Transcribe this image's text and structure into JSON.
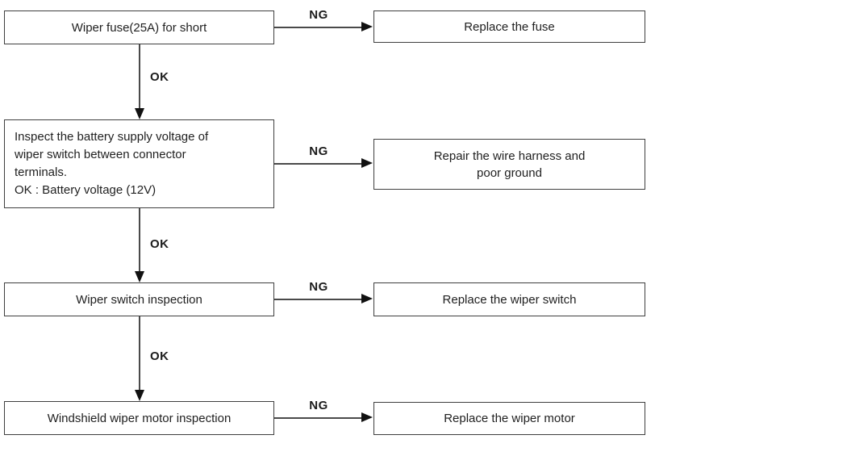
{
  "diagram": {
    "type": "flowchart",
    "subject": "wiper-system-troubleshooting",
    "colors": {
      "background": "#ffffff",
      "box_border": "#3f3f3f",
      "box_fill": "#ffffff",
      "line": "#4a4a4a",
      "arrowhead": "#111111",
      "text": "#1f1f1f"
    },
    "rows": [
      {
        "step": {
          "text": "Wiper fuse(25A) for short"
        },
        "branch_label": "NG",
        "action": {
          "text": "Replace the fuse"
        },
        "down_label": "OK"
      },
      {
        "step": {
          "text": "Inspect the battery supply voltage of\nwiper switch between connector\nterminals.\nOK : Battery voltage (12V)"
        },
        "branch_label": "NG",
        "action": {
          "text": "Repair the wire harness and\npoor ground"
        },
        "down_label": "OK"
      },
      {
        "step": {
          "text": "Wiper switch inspection"
        },
        "branch_label": "NG",
        "action": {
          "text": "Replace the wiper switch"
        },
        "down_label": "OK"
      },
      {
        "step": {
          "text": "Windshield wiper motor inspection"
        },
        "branch_label": "NG",
        "action": {
          "text": "Replace the wiper motor"
        }
      }
    ]
  }
}
